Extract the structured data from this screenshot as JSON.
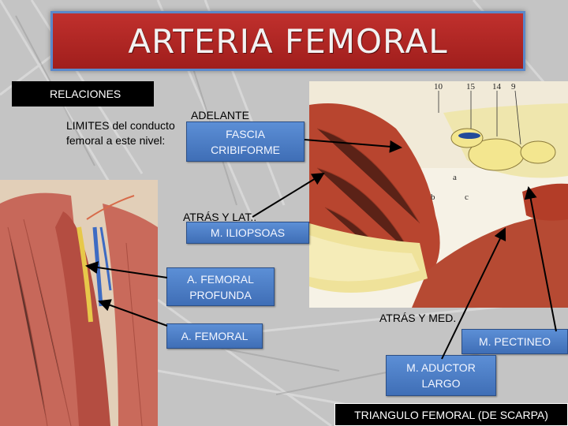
{
  "title": "ARTERIA FEMORAL",
  "relaciones": "RELACIONES",
  "limites": "LIMITES del conducto femoral a este nivel:",
  "adelante": "ADELANTE",
  "fascia": "FASCIA CRIBIFORME",
  "atras_lat": "ATRÁS Y LAT.:",
  "iliopsoas": "M. ILIOPSOAS",
  "femoral_profunda": "A. FEMORAL PROFUNDA",
  "femoral": "A. FEMORAL",
  "atras_med": "ATRÁS Y MED.",
  "pectineo": "M. PECTINEO",
  "aductor": "M. ADUCTOR LARGO",
  "triangulo": "TRIANGULO FEMORAL (DE SCARPA)",
  "figure_numbers": [
    "10",
    "15",
    "14",
    "9"
  ],
  "figure_letters": [
    "a",
    "b",
    "c"
  ],
  "colors": {
    "title_bg": "#b52826",
    "label_blue": "#4f80c8",
    "muscle": "#b8452f",
    "fat": "#e9d66a"
  }
}
